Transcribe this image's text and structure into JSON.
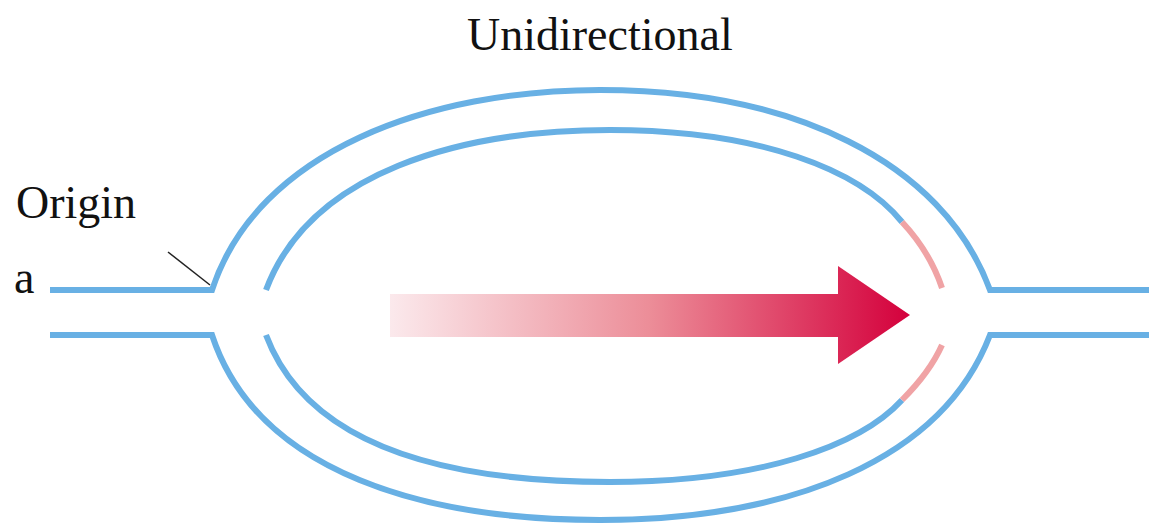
{
  "diagram": {
    "title": "Unidirectional",
    "labels": [
      "Origin",
      "a"
    ]
  }
}
